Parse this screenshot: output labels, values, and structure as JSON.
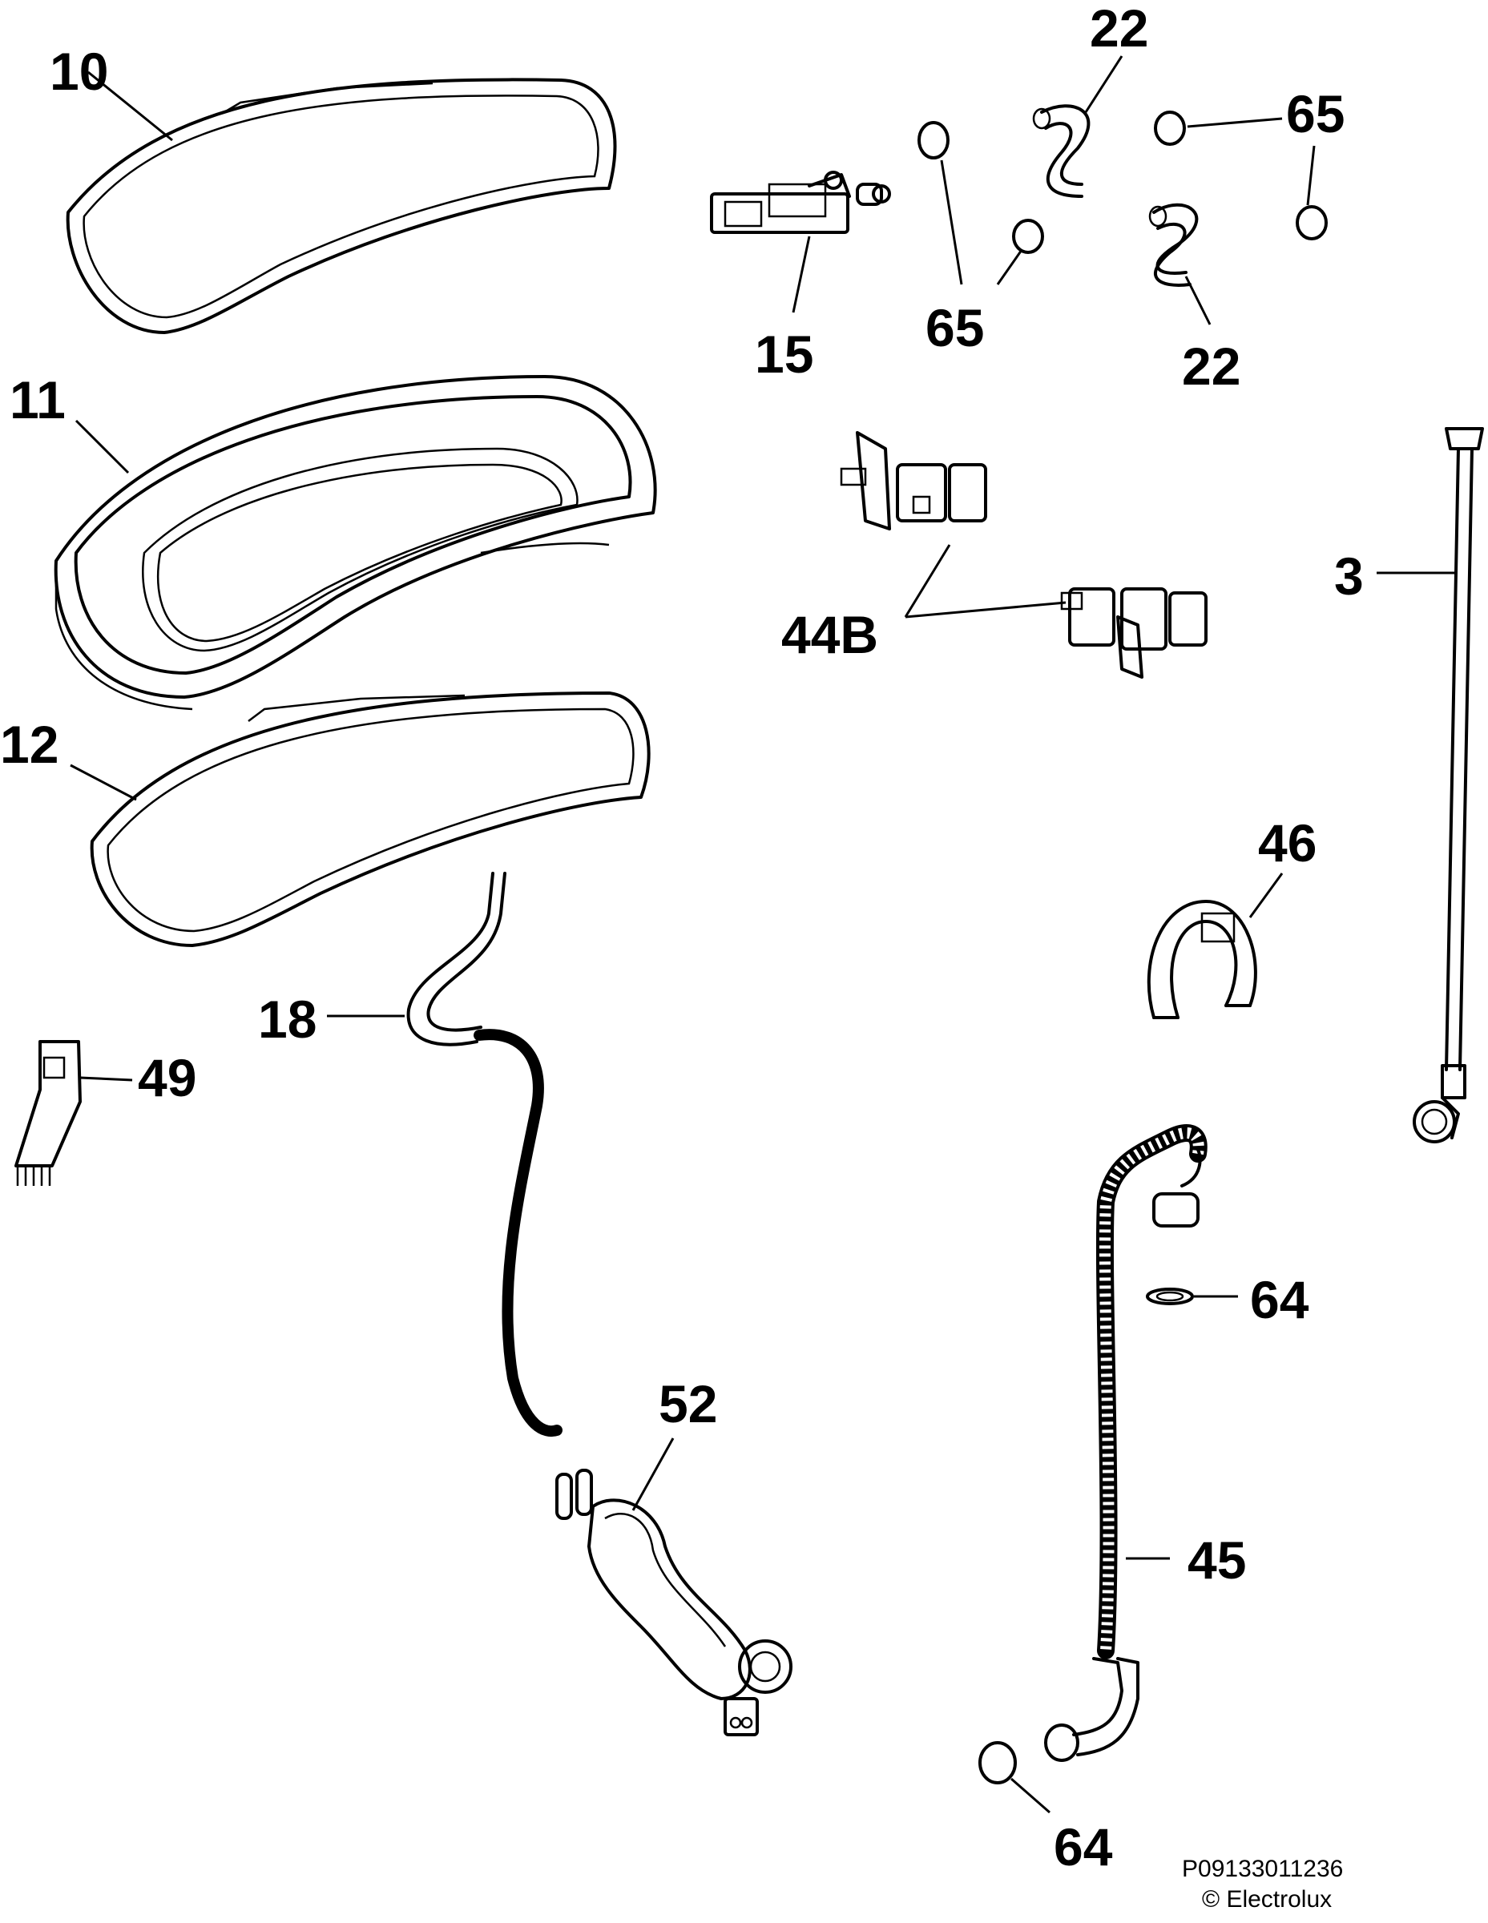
{
  "parts": [
    {
      "id": "p10",
      "number": "10"
    },
    {
      "id": "p11",
      "number": "11"
    },
    {
      "id": "p12",
      "number": "12"
    },
    {
      "id": "p15",
      "number": "15"
    },
    {
      "id": "p22a",
      "number": "22"
    },
    {
      "id": "p22b",
      "number": "22"
    },
    {
      "id": "p65a",
      "number": "65"
    },
    {
      "id": "p65b",
      "number": "65"
    },
    {
      "id": "p3",
      "number": "3"
    },
    {
      "id": "p44b",
      "number": "44B"
    },
    {
      "id": "p46",
      "number": "46"
    },
    {
      "id": "p18",
      "number": "18"
    },
    {
      "id": "p49",
      "number": "49"
    },
    {
      "id": "p64a",
      "number": "64"
    },
    {
      "id": "p64b",
      "number": "64"
    },
    {
      "id": "p52",
      "number": "52"
    },
    {
      "id": "p45",
      "number": "45"
    }
  ],
  "footer": {
    "code": "P09133011236",
    "copyright": "© Electrolux"
  }
}
